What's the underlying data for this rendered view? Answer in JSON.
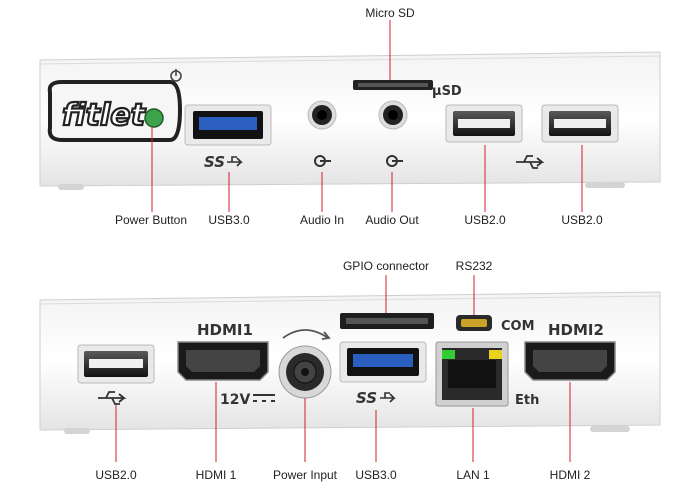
{
  "brand": {
    "logo_text": "fitlet"
  },
  "front_panel": {
    "top_label": "Micro SD",
    "microsd_mark": "µSD",
    "callouts": [
      "Power Button",
      "USB3.0",
      "Audio In",
      "Audio Out",
      "USB2.0",
      "USB2.0"
    ]
  },
  "rear_panel": {
    "top_labels": {
      "gpio": "GPIO connector",
      "rs232": "RS232"
    },
    "port_marks": {
      "hdmi1": "HDMI1",
      "hdmi2": "HDMI2",
      "com": "COM",
      "eth": "Eth",
      "voltage": "12V"
    },
    "callouts": [
      "USB2.0",
      "HDMI 1",
      "Power Input",
      "USB3.0",
      "LAN 1",
      "HDMI 2"
    ]
  },
  "colors": {
    "callout_line": "#d0202a",
    "power_led": "#3fa34d",
    "usb3_blue": "#2a5fc0",
    "lan_led_green": "#33cc33",
    "lan_led_yellow": "#e8d21a"
  },
  "icons": [
    "power-icon",
    "superspeed-usb-icon",
    "usb-icon",
    "headphone-icon",
    "microphone-icon"
  ]
}
